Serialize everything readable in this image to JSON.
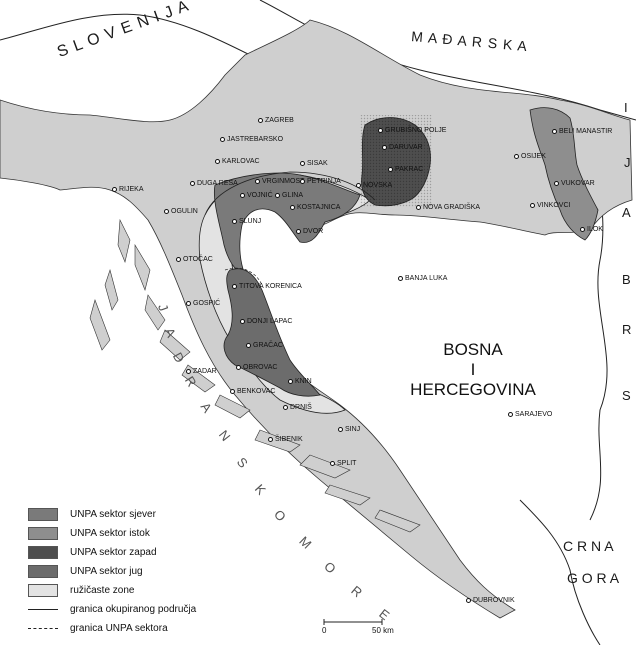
{
  "colors": {
    "croatia": "#cfcfcf",
    "sjever": "#7a7a7a",
    "istok": "#8e8e8e",
    "zapad": "#4e4e4e",
    "jug": "#6c6c6c",
    "pink": "#e3e3e3",
    "border": "#222222",
    "land": "#ffffff"
  },
  "countries": {
    "slovenija": "S L O V E N I J A",
    "madarska": "M A Đ A R S K A",
    "bih_line1": "BOSNA",
    "bih_line2": "I",
    "bih_line3": "HERCEGOVINA",
    "crna": "C R N A",
    "gora": "G O R A"
  },
  "serbia_letters": [
    "I",
    "J",
    "A",
    "B",
    "R",
    "S"
  ],
  "sea": [
    "J",
    "A",
    "D",
    "R",
    "A",
    "N",
    "S",
    "K",
    "O",
    "M",
    "O",
    "R",
    "E"
  ],
  "cities": [
    {
      "name": "ZAGREB"
    },
    {
      "name": "JASTREBARSKO"
    },
    {
      "name": "KARLOVAC"
    },
    {
      "name": "SISAK"
    },
    {
      "name": "DUGA RESA"
    },
    {
      "name": "VOJNIĆ"
    },
    {
      "name": "VRGINMOST"
    },
    {
      "name": "PETRINJA"
    },
    {
      "name": "GLINA"
    },
    {
      "name": "KOSTAJNICA"
    },
    {
      "name": "NOVSKA"
    },
    {
      "name": "DVOR"
    },
    {
      "name": "SLUNJ"
    },
    {
      "name": "RIJEKA"
    },
    {
      "name": "OGULIN"
    },
    {
      "name": "OTOČAC"
    },
    {
      "name": "GOSPIĆ"
    },
    {
      "name": "TITOVA KORENICA"
    },
    {
      "name": "DONJI LAPAC"
    },
    {
      "name": "GRAČAC"
    },
    {
      "name": "OBROVAC"
    },
    {
      "name": "ZADAR"
    },
    {
      "name": "BENKOVAC"
    },
    {
      "name": "KNIN"
    },
    {
      "name": "DRNIŠ"
    },
    {
      "name": "ŠIBENIK"
    },
    {
      "name": "SINJ"
    },
    {
      "name": "SPLIT"
    },
    {
      "name": "GRUBIŠNO POLJE"
    },
    {
      "name": "DARUVAR"
    },
    {
      "name": "PAKRAC"
    },
    {
      "name": "NOVA GRADIŠKA"
    },
    {
      "name": "OSIJEK"
    },
    {
      "name": "BELI MANASTIR"
    },
    {
      "name": "VUKOVAR"
    },
    {
      "name": "VINKOVCI"
    },
    {
      "name": "ILOK"
    },
    {
      "name": "BANJA LUKA"
    },
    {
      "name": "SARAJEVO"
    },
    {
      "name": "DUBROVNIK"
    }
  ],
  "legend": [
    {
      "label": "UNPA sektor sjever",
      "kind": "fill",
      "color": "#7a7a7a"
    },
    {
      "label": "UNPA sektor istok",
      "kind": "fill",
      "color": "#8e8e8e"
    },
    {
      "label": "UNPA sektor zapad",
      "kind": "fill",
      "color": "#4e4e4e"
    },
    {
      "label": "UNPA sektor jug",
      "kind": "fill",
      "color": "#6c6c6c"
    },
    {
      "label": "ružičaste zone",
      "kind": "fill",
      "color": "#e3e3e3"
    },
    {
      "label": "granica okupiranog područja",
      "kind": "solid",
      "color": "#222222"
    },
    {
      "label": "granica UNPA sektora",
      "kind": "dashed",
      "color": "#222222"
    }
  ],
  "scale": {
    "zero": "0",
    "label": "50 km"
  }
}
